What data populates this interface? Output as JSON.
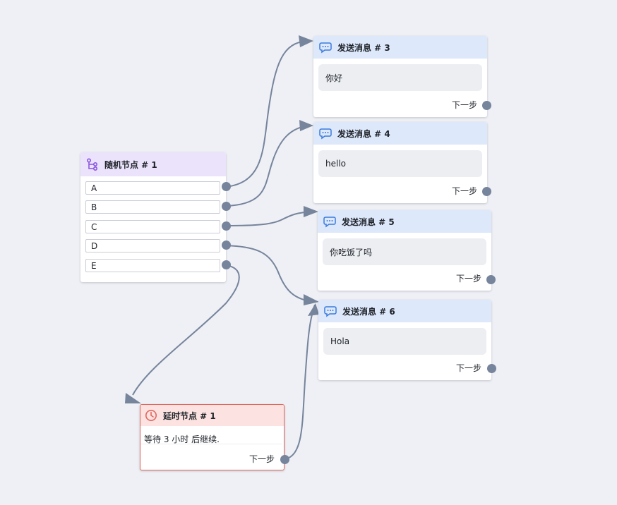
{
  "random_node": {
    "title": "随机节点 # 1",
    "icon": "branch-icon",
    "options": [
      "A",
      "B",
      "C",
      "D",
      "E"
    ]
  },
  "message_nodes": [
    {
      "title": "发送消息 # 3",
      "message": "你好",
      "next": "下一步"
    },
    {
      "title": "发送消息 # 4",
      "message": "hello",
      "next": "下一步"
    },
    {
      "title": "发送消息 # 5",
      "message": "你吃饭了吗",
      "next": "下一步"
    },
    {
      "title": "发送消息 # 6",
      "message": "Hola",
      "next": "下一步"
    }
  ],
  "delay_node": {
    "title": "延时节点 # 1",
    "description": "等待 3 小时 后继续.",
    "next": "下一步",
    "icon": "clock-icon"
  },
  "colors": {
    "background": "#eef0f5",
    "edge": "#76849c",
    "message_header": "#dde8fb",
    "random_header": "#ebe3fc",
    "delay_header": "#fce3e1",
    "delay_border": "#e2675d",
    "message_icon": "#3a7bdc",
    "random_icon": "#8a55e0",
    "delay_icon": "#e2675d"
  }
}
